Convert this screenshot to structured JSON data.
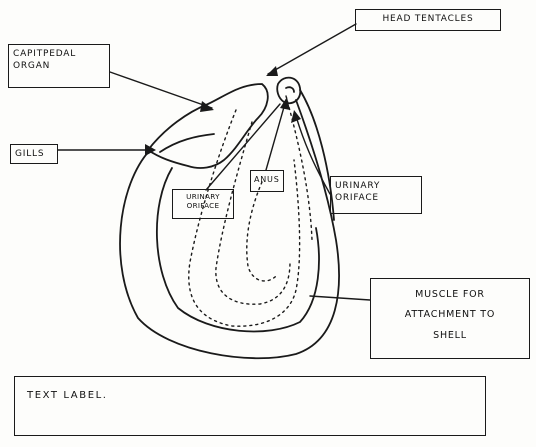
{
  "labels": {
    "head_tentacles": "HEAD TENTACLES",
    "cap_line1": "CAPITPEDAL",
    "cap_line2": "ORGAN",
    "gills": "GILLS",
    "anal_line1": "URINARY",
    "anal_line2": "ORIFACE",
    "anus": "ANUS",
    "urinary_line1": "URINARY",
    "urinary_line2": "ORIFACE",
    "muscle_line1": "MUSCLE FOR",
    "muscle_line2": "ATTACHMENT TO",
    "muscle_line3": "SHELL",
    "text_label": "TEXT LABEL."
  },
  "colors": {
    "ink": "#1a1a1a",
    "paper": "#fdfdfb"
  }
}
